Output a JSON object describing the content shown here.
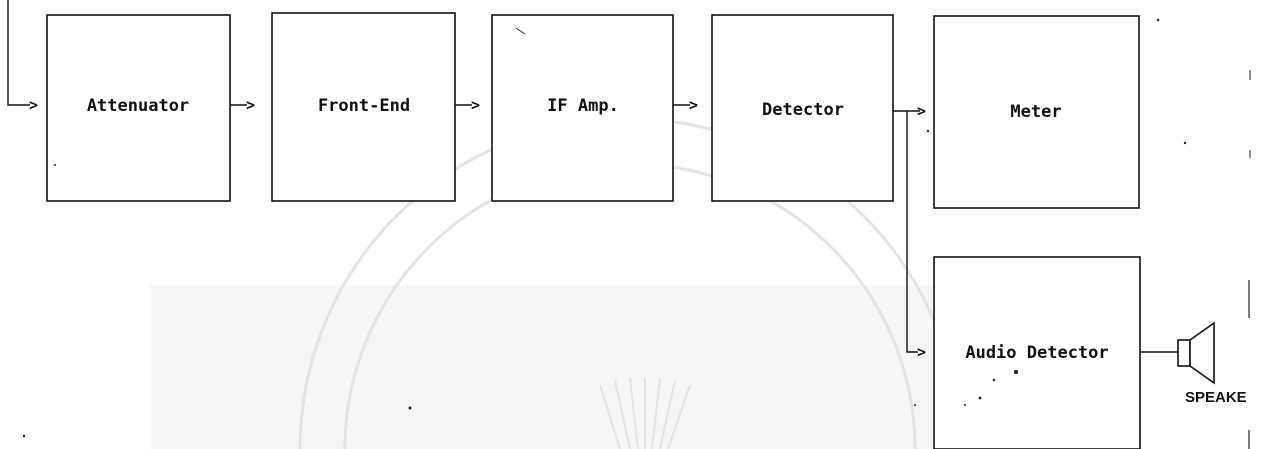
{
  "diagram": {
    "blocks": {
      "attenuator": "Attenuator",
      "front_end": "Front-End",
      "if_amp": "IF Amp.",
      "detector": "Detector",
      "meter": "Meter",
      "audio_detector": "Audio Detector"
    },
    "speaker_label": "SPEAKE",
    "arrow_glyph": ">"
  }
}
